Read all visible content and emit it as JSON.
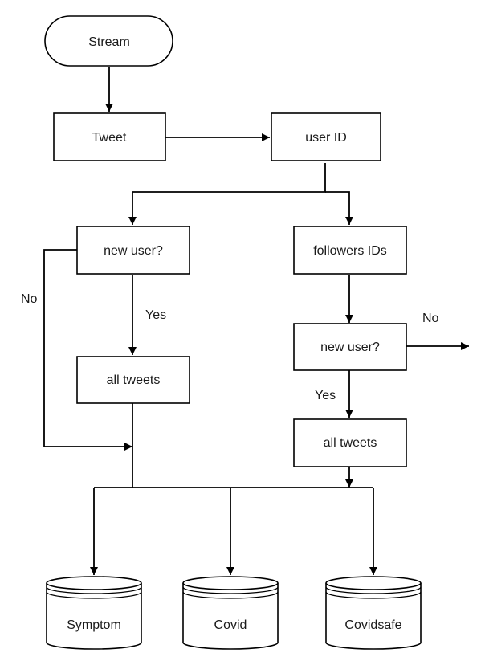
{
  "nodes": {
    "stream": "Stream",
    "tweet": "Tweet",
    "user_id": "user ID",
    "new_user_left": "new user?",
    "followers_ids": "followers IDs",
    "all_tweets_left": "all tweets",
    "new_user_right": "new user?",
    "all_tweets_right": "all tweets"
  },
  "edge_labels": {
    "no_left": "No",
    "yes_left": "Yes",
    "no_right": "No",
    "yes_right": "Yes"
  },
  "databases": {
    "symptom": "Symptom",
    "covid": "Covid",
    "covidsafe": "Covidsafe"
  }
}
